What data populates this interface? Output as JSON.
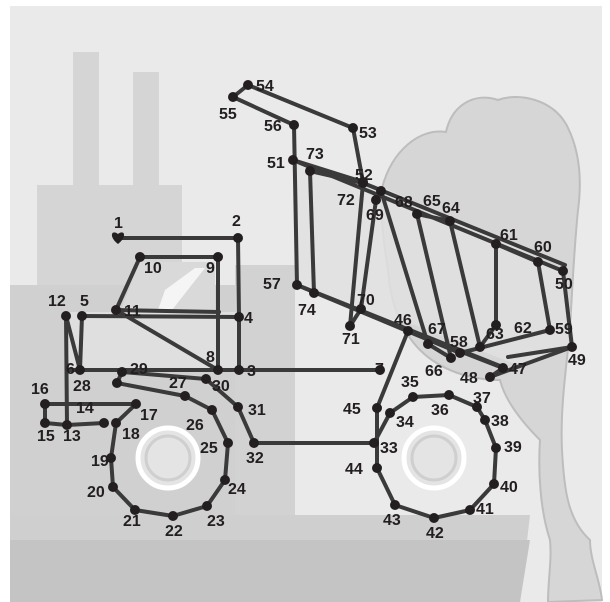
{
  "puzzle": {
    "type": "connect-the-dots",
    "start_symbol": "heart",
    "dot_count": 74,
    "colors": {
      "background": "#e9e9e9",
      "scenery_light": "#d6d6d6",
      "scenery_mid": "#c8c8c8",
      "ink": "#231f20",
      "wheel_hub": "#e2e2e2"
    },
    "labels": [
      "1",
      "2",
      "3",
      "4",
      "5",
      "6",
      "7",
      "8",
      "9",
      "10",
      "11",
      "12",
      "13",
      "14",
      "15",
      "16",
      "17",
      "18",
      "19",
      "20",
      "21",
      "22",
      "23",
      "24",
      "25",
      "26",
      "27",
      "28",
      "29",
      "30",
      "31",
      "32",
      "33",
      "34",
      "35",
      "36",
      "37",
      "38",
      "39",
      "40",
      "41",
      "42",
      "43",
      "44",
      "45",
      "46",
      "47",
      "48",
      "49",
      "50",
      "51",
      "52",
      "53",
      "54",
      "55",
      "56",
      "57",
      "58",
      "59",
      "60",
      "61",
      "62",
      "63",
      "64",
      "65",
      "66",
      "67",
      "68",
      "69",
      "70",
      "71",
      "72",
      "73",
      "74"
    ]
  }
}
